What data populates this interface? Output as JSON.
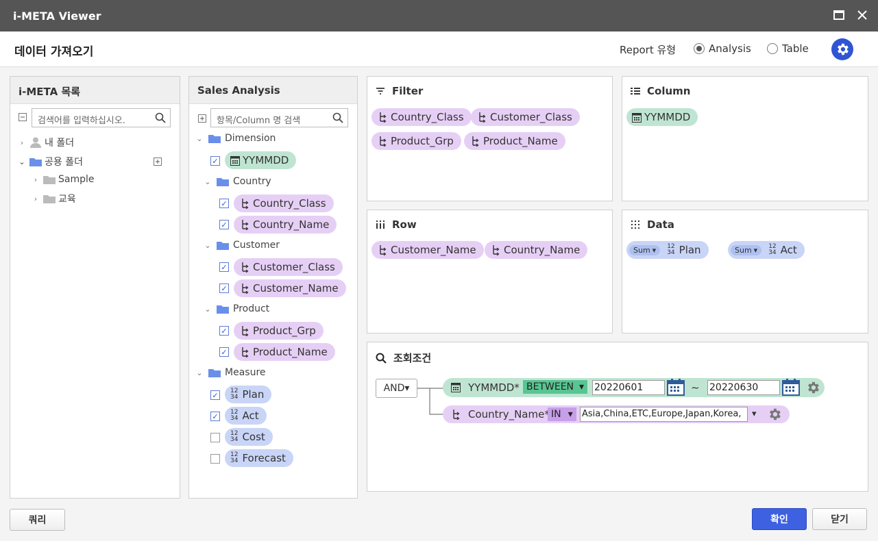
{
  "window": {
    "title": "i-META Viewer"
  },
  "header": {
    "title": "데이터 가져오기",
    "report_type_label": "Report 유형",
    "options": [
      "Analysis",
      "Table"
    ],
    "selected": "Analysis"
  },
  "meta_panel": {
    "title": "i-META 목록",
    "search_placeholder": "검색어를 입력하십시오.",
    "tree": [
      {
        "label": "내 폴더"
      },
      {
        "label": "공용 폴더"
      },
      {
        "label": "Sample"
      },
      {
        "label": "교육"
      }
    ]
  },
  "sales_panel": {
    "title": "Sales Analysis",
    "search_placeholder": "항목/Column 명 검색",
    "groups": {
      "dimension": "Dimension",
      "country": "Country",
      "customer": "Customer",
      "product": "Product",
      "measure": "Measure"
    },
    "items": {
      "yymmdd": "YYMMDD",
      "country_class": "Country_Class",
      "country_name": "Country_Name",
      "customer_class": "Customer_Class",
      "customer_name": "Customer_Name",
      "product_grp": "Product_Grp",
      "product_name": "Product_Name",
      "plan": "Plan",
      "act": "Act",
      "cost": "Cost",
      "forecast": "Forecast"
    },
    "num_icon": {
      "top": "12",
      "bottom": "34"
    }
  },
  "zones": {
    "filter": {
      "title": "Filter",
      "items": [
        "Country_Class",
        "Customer_Class",
        "Product_Grp",
        "Product_Name"
      ]
    },
    "column": {
      "title": "Column",
      "items": [
        "YYMMDD"
      ]
    },
    "row": {
      "title": "Row",
      "items": [
        "Customer_Name",
        "Country_Name"
      ]
    },
    "data": {
      "title": "Data",
      "agg": "Sum",
      "items": [
        "Plan",
        "Act"
      ]
    }
  },
  "condition": {
    "title": "조회조건",
    "logic": "AND",
    "rows": [
      {
        "field": "YYMMDD*",
        "op": "BETWEEN",
        "from": "20220601",
        "tilde": "~",
        "to": "20220630"
      },
      {
        "field": "Country_Name*",
        "op": "IN",
        "value": "Asia,China,ETC,Europe,Japan,Korea,"
      }
    ]
  },
  "footer": {
    "query": "쿼리",
    "ok": "확인",
    "close": "닫기"
  }
}
